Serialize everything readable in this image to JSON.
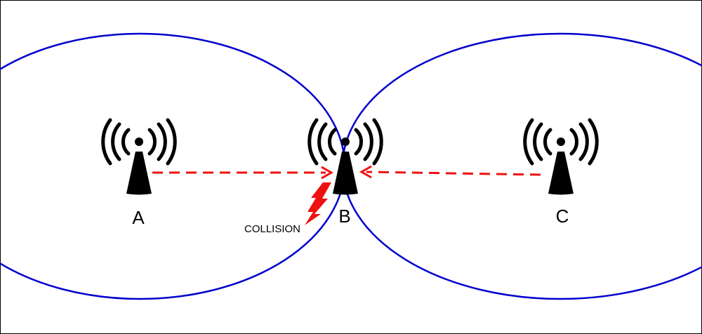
{
  "nodes": [
    {
      "id": "A",
      "label": "A"
    },
    {
      "id": "B",
      "label": "B"
    },
    {
      "id": "C",
      "label": "C"
    }
  ],
  "collision": {
    "label": "COLLISION"
  },
  "colors": {
    "range_circle": "#0000cc",
    "arrow": "#ee1111",
    "tower": "#000000",
    "border": "#000000"
  },
  "icons": {
    "node": "wireless-tower-icon",
    "collision": "lightning-bolt-icon"
  }
}
